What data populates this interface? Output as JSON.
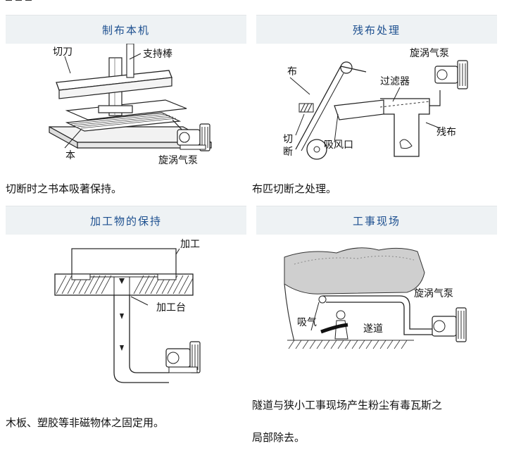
{
  "panels": [
    {
      "title": "制布本机",
      "labels": {
        "cutter": "切刀",
        "support_rod": "支持棒",
        "book": "本",
        "pump": "旋涡气泵"
      },
      "caption": "切断时之书本吸著保持。"
    },
    {
      "title": "残布处理",
      "labels": {
        "cloth": "布",
        "pump": "旋涡气泵",
        "filter": "过滤器",
        "cut_l1": "切",
        "cut_l2": "断",
        "suction_port": "吸风口",
        "waste_cloth": "残布"
      },
      "caption": "布匹切断之处理。"
    },
    {
      "title": "加工物的保持",
      "labels": {
        "workpiece": "加工",
        "work_table": "加工台"
      },
      "caption": "木板、塑胶等非磁物体之固定用。"
    },
    {
      "title": "工事现场",
      "labels": {
        "pump": "旋涡气泵",
        "suction": "吸气",
        "tunnel": "遂道"
      },
      "caption_lines": [
        "隧道与狭小工事现场产生粉尘有毒瓦斯之",
        "局部除去。"
      ]
    }
  ]
}
